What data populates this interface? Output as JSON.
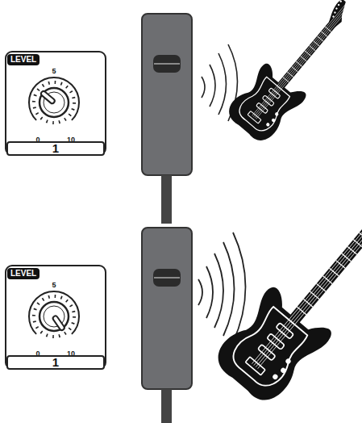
{
  "diagram": {
    "nodes": [
      {
        "text": [
          "LEVEL",
          "5",
          "0",
          "10",
          "1"
        ]
      },
      {
        "text": [
          "LEVEL",
          "5",
          "0",
          "10",
          "1"
        ]
      }
    ]
  }
}
